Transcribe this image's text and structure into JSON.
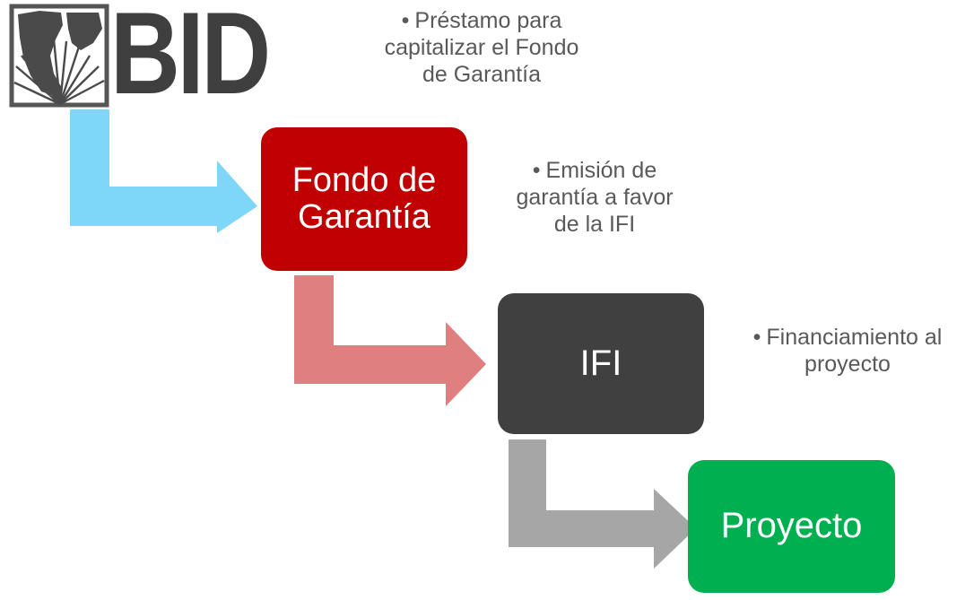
{
  "logo": {
    "text": "BID"
  },
  "nodes": {
    "fondo": {
      "line1": "Fondo de",
      "line2": "Garantía",
      "color": "#c00000"
    },
    "ifi": {
      "label": "IFI",
      "color": "#404040"
    },
    "proyecto": {
      "label": "Proyecto",
      "color": "#00b050"
    }
  },
  "notes": {
    "n1": {
      "line1": "Préstamo para",
      "line2": "capitalizar el Fondo",
      "line3": "de Garantía"
    },
    "n2": {
      "line1": "Emisión de",
      "line2": "garantía a favor",
      "line3": "de la IFI"
    },
    "n3": {
      "line1": "Financiamiento al",
      "line2": "proyecto"
    }
  },
  "bullet": "•",
  "connectors": {
    "c1": {
      "color": "#7fd7f7"
    },
    "c2": {
      "color": "#e07f7f"
    },
    "c3": {
      "color": "#a6a6a6"
    }
  }
}
